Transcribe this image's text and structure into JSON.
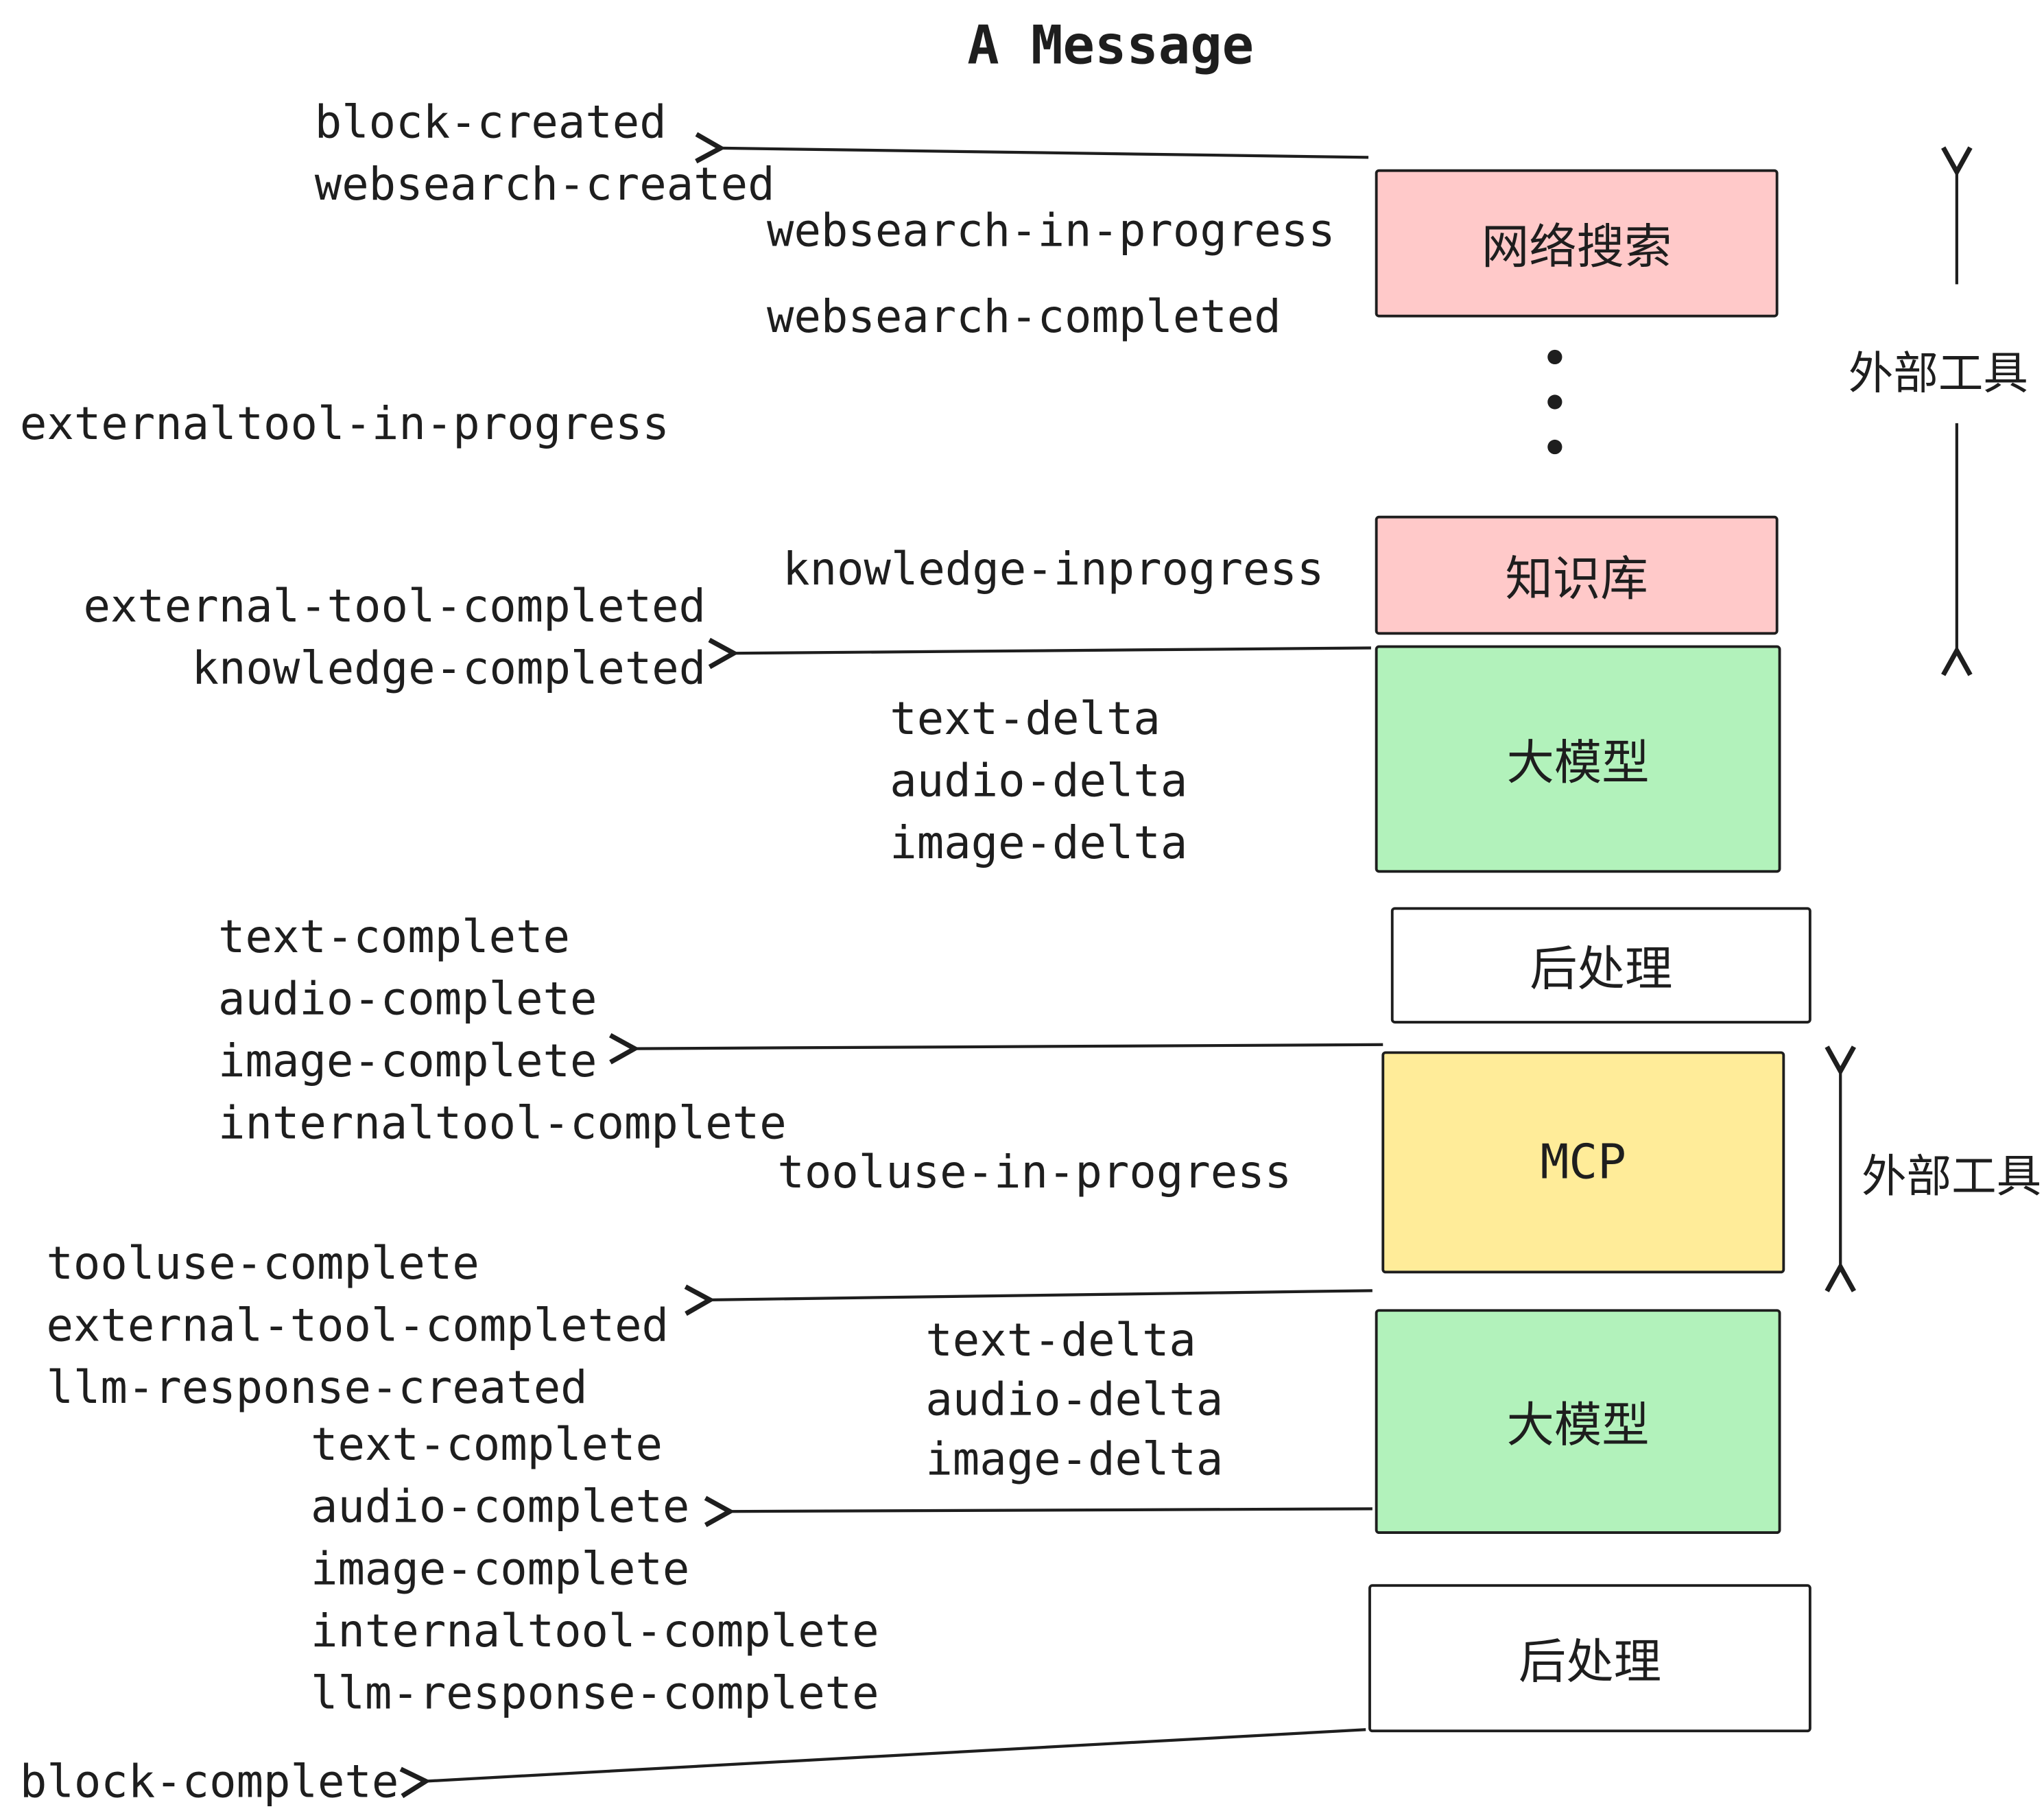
{
  "title": "A Message",
  "events": [
    {
      "text": "block-created"
    },
    {
      "text": "websearch-created"
    },
    {
      "text": "websearch-in-progress"
    },
    {
      "text": "websearch-completed"
    },
    {
      "text": "externaltool-in-progress"
    },
    {
      "text": "knowledge-inprogress"
    },
    {
      "text": "external-tool-completed"
    },
    {
      "text": "knowledge-completed"
    },
    {
      "text": "text-delta"
    },
    {
      "text": "audio-delta"
    },
    {
      "text": "image-delta"
    },
    {
      "text": "text-complete"
    },
    {
      "text": "audio-complete"
    },
    {
      "text": "image-complete"
    },
    {
      "text": "internaltool-complete"
    },
    {
      "text": "tooluse-in-progress"
    },
    {
      "text": "tooluse-complete"
    },
    {
      "text": "external-tool-completed"
    },
    {
      "text": "llm-response-created"
    },
    {
      "text": "text-complete"
    },
    {
      "text": "audio-complete"
    },
    {
      "text": "image-complete"
    },
    {
      "text": "internaltool-complete"
    },
    {
      "text": "llm-response-complete"
    },
    {
      "text": "block-complete"
    }
  ],
  "boxes": [
    {
      "id": "websearch",
      "label": "网络搜索",
      "color": "#ffc9c9"
    },
    {
      "id": "knowledge",
      "label": "知识库",
      "color": "#ffc9c9"
    },
    {
      "id": "llm-1",
      "label": "大模型",
      "color": "#b2f2bb"
    },
    {
      "id": "postprocess-1",
      "label": "后处理",
      "color": "#ffffff"
    },
    {
      "id": "mcp",
      "label": "MCP",
      "color": "#ffec99"
    },
    {
      "id": "llm-2",
      "label": "大模型",
      "color": "#b2f2bb"
    },
    {
      "id": "postprocess-2",
      "label": "后处理",
      "color": "#ffffff"
    }
  ],
  "annotations": {
    "external_tools_top": "外部工具",
    "external_tools_mcp": "外部工具"
  },
  "colors": {
    "ink": "#1e1e1e",
    "pink": "#ffc9c9",
    "green": "#b2f2bb",
    "yellow": "#ffec99",
    "white": "#ffffff"
  }
}
